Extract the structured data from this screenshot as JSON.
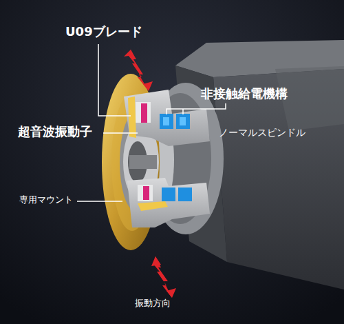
{
  "diagram": {
    "labels": [
      "U09ブレード",
      "非接触給電機構",
      "超音波振動子",
      "ノーマルスピンドル",
      "専用マウント",
      "振動方向"
    ]
  }
}
